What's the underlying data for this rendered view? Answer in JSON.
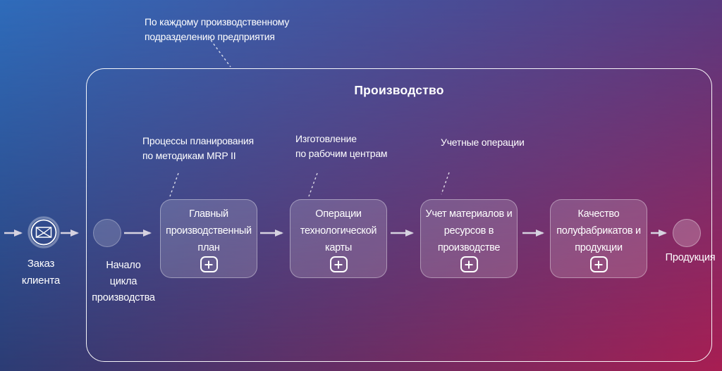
{
  "colors": {
    "bg_top_left": "#2f6cbb",
    "bg_top_right": "#5a3a80",
    "bg_bottom_left": "#2c3c74",
    "bg_bottom_right": "#a81e52",
    "pool_border": "#ffffff",
    "arrow": "#d6d2e0",
    "box_fill": "rgba(255,255,255,0.16)"
  },
  "pool": {
    "title": "Производство"
  },
  "annotations": [
    {
      "text": "По каждому производственному\nподразделению предприятия"
    },
    {
      "text": "Процессы планирования\nпо методикам MRP II"
    },
    {
      "text": "Изготовление\nпо рабочим центрам"
    },
    {
      "text": "Учетные операции"
    }
  ],
  "steps": [
    {
      "label": "Главный\nпроизводственный\nплан"
    },
    {
      "label": "Операции\nтехнологической\nкарты"
    },
    {
      "label": "Учет материалов и\nресурсов в\nпроизводстве"
    },
    {
      "label": "Качество\nполуфабрикатов и\nпродукции"
    }
  ],
  "events": {
    "order_label": "Заказ\nклиента",
    "start_cycle_label": "Начало\nцикла\nпроизводства",
    "product_label": "Продукция"
  }
}
